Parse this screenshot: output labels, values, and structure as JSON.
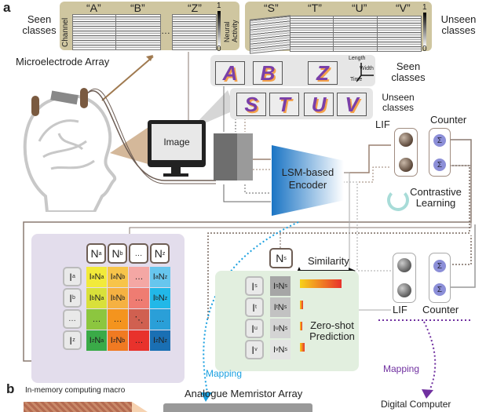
{
  "panel_a": {
    "label": "a",
    "seen_raster": {
      "side_label": "Seen classes",
      "axis_label": "Channel",
      "classes": [
        "“A”",
        "“B”",
        "“Z”"
      ],
      "ellipsis": "…",
      "colorbar": {
        "max": "1",
        "min": "0",
        "label": "Neural Activity"
      }
    },
    "unseen_raster": {
      "side_label": "Unseen classes",
      "classes": [
        "“S”",
        "“T”",
        "“U”",
        "“V”"
      ],
      "colorbar": {
        "max": "1",
        "min": "0"
      }
    },
    "microelectrode_label": "Microelectrode Array",
    "image_label": "Image",
    "seen_3d": {
      "letters": [
        "A",
        "B",
        "Z"
      ],
      "label": "Seen classes",
      "axes": {
        "length": "Length",
        "width": "Width",
        "time": "Time"
      }
    },
    "unseen_3d": {
      "letters": [
        "S",
        "T",
        "U",
        "V"
      ],
      "label": "Unseen classes"
    },
    "encoder_label": "LSM-based Encoder",
    "lif_label": "LIF",
    "counter_label": "Counter",
    "sigma": "Σ",
    "contrastive_label": "Contrastive Learning",
    "similarity_matrix": {
      "n_headers": [
        "a",
        "b",
        "…",
        "z"
      ],
      "i_headers": [
        "a",
        "b",
        "…",
        "z"
      ],
      "cells": [
        [
          "IaNa",
          "IaNb",
          "…",
          "IaNz"
        ],
        [
          "IbNa",
          "IbNb",
          "…",
          "IbNz"
        ],
        [
          "…",
          "…",
          "⋱",
          "…"
        ],
        [
          "IzNa",
          "IzNb",
          "…",
          "IzNz"
        ]
      ],
      "colors": [
        [
          "#f2ea3a",
          "#f7c44a",
          "#f4a7a4",
          "#67c6ee"
        ],
        [
          "#d9e03a",
          "#f5b142",
          "#ef7c72",
          "#22b8e8"
        ],
        [
          "#8cc63f",
          "#f4941e",
          "#d06050",
          "#2a9fd8"
        ],
        [
          "#3aaa48",
          "#f07a22",
          "#e8322c",
          "#1a6fb3"
        ]
      ]
    },
    "zero_shot": {
      "n_label": "s",
      "i_labels": [
        "s",
        "t",
        "u",
        "v"
      ],
      "cell_labels": [
        [
          "s",
          "s"
        ],
        [
          "t",
          "s"
        ],
        [
          "u",
          "s"
        ],
        [
          "v",
          "s"
        ]
      ],
      "cell_colors": [
        "#a6a6a6",
        "#c2c2c2",
        "#d4d4d4",
        "#e4e4e4"
      ],
      "similarity_label": "Similarity",
      "similarity_values": [
        0.95,
        0.08,
        0.04,
        0.1
      ],
      "prediction_label": "Zero-shot Prediction"
    },
    "mapping_cyan_label": "Mapping",
    "mapping_purple_label": "Mapping",
    "lif_label_2": "LIF",
    "counter_label_2": "Counter"
  },
  "panel_b": {
    "label": "b",
    "macro_label": "In-memory computing macro",
    "array_label": "Analogue Memristor Array",
    "digital_label": "Digital Computer"
  }
}
